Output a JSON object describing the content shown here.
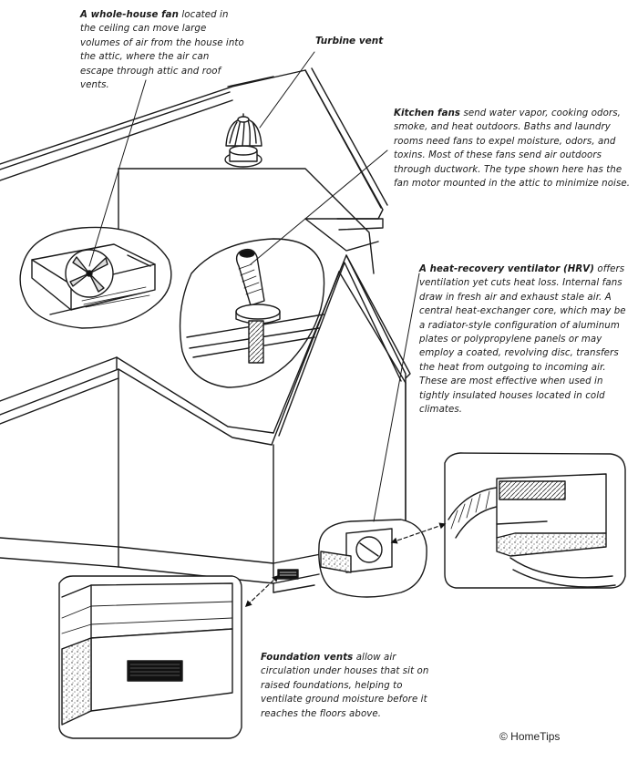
{
  "callouts": {
    "whole_house_fan": {
      "title": "A whole-house fan",
      "body": "located in the ceiling can move large volumes of air from the house into the attic, where the air can escape through attic and roof vents."
    },
    "turbine_vent": {
      "title": "Turbine vent"
    },
    "kitchen_fans": {
      "title": "Kitchen fans",
      "body": "send water vapor, cooking odors, smoke, and heat outdoors. Baths and laundry rooms need fans to expel moisture, odors, and toxins. Most of these fans send air outdoors through ductwork. The type shown here has the fan motor mounted in the attic to minimize noise."
    },
    "hrv": {
      "title": "A heat-recovery ventilator (HRV)",
      "body": "offers ventilation yet cuts heat loss. Internal fans draw in fresh air and exhaust stale air. A central heat-exchanger core, which may be a radiator-style configuration of aluminum plates or polypropylene panels or may employ a coated, revolving disc, transfers the heat from outgoing to incoming air. These are most effective when used in tightly insulated houses located in cold climates."
    },
    "foundation_vents": {
      "title": "Foundation vents",
      "body": "allow air circulation under houses that sit on raised foundations, helping to ventilate ground moisture before it reaches the floors above."
    }
  },
  "credit": "© HomeTips"
}
